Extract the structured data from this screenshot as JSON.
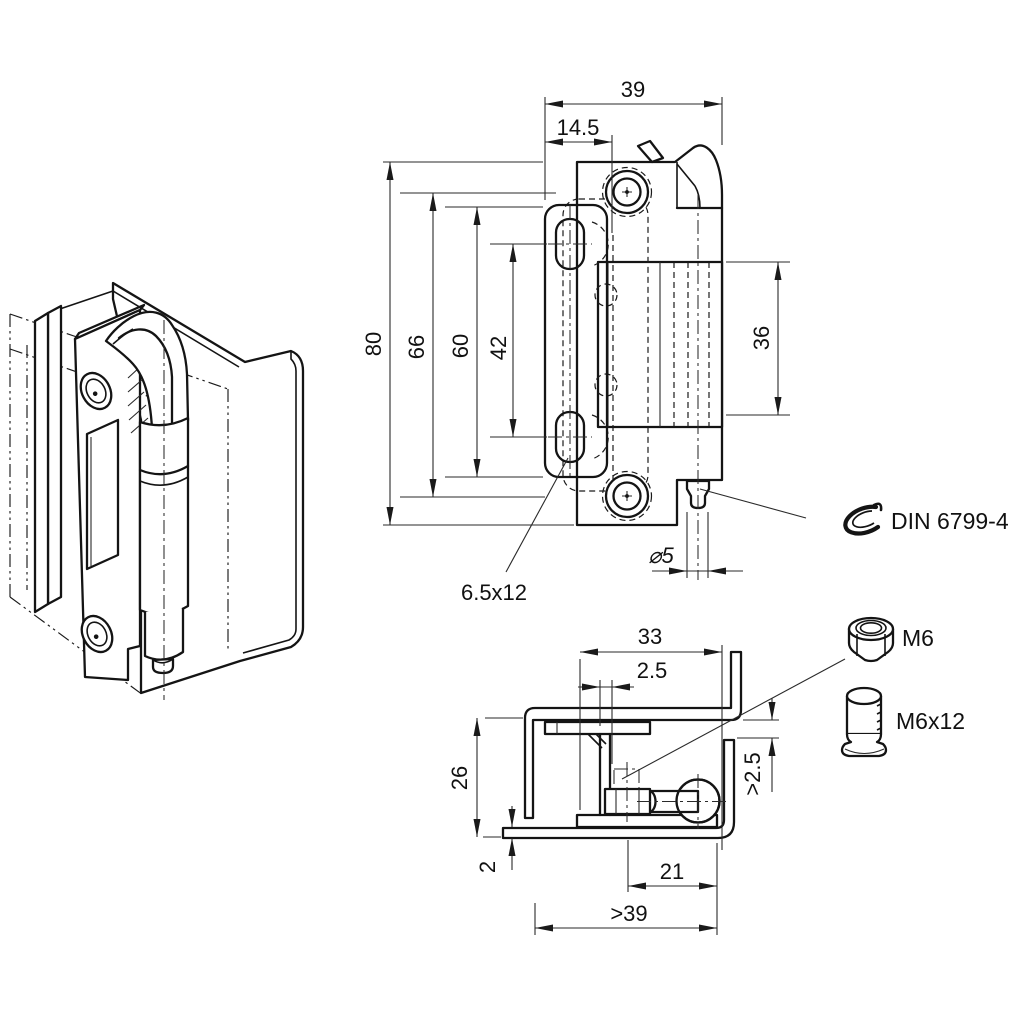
{
  "drawing_title": "hinge-technical-drawing",
  "front_view": {
    "width": "39",
    "hole_offset": "14.5",
    "height": "80",
    "hole_spacing": "66",
    "leaf_height": "60",
    "slot_spacing": "42",
    "barrel_height": "36",
    "pin_diameter": "⌀5",
    "slot_size": "6.5x12",
    "retaining_ring": "DIN 6799-4"
  },
  "section_view": {
    "depth": "33",
    "leaf_thickness": "2.5",
    "height": "26",
    "sheet_thickness": "2",
    "pin_offset": "21",
    "min_width": ">39",
    "min_clearance": ">2.5"
  },
  "hardware": {
    "nut": "M6",
    "stud": "M6x12"
  },
  "colors": {
    "line": "#141414",
    "background": "#ffffff"
  }
}
